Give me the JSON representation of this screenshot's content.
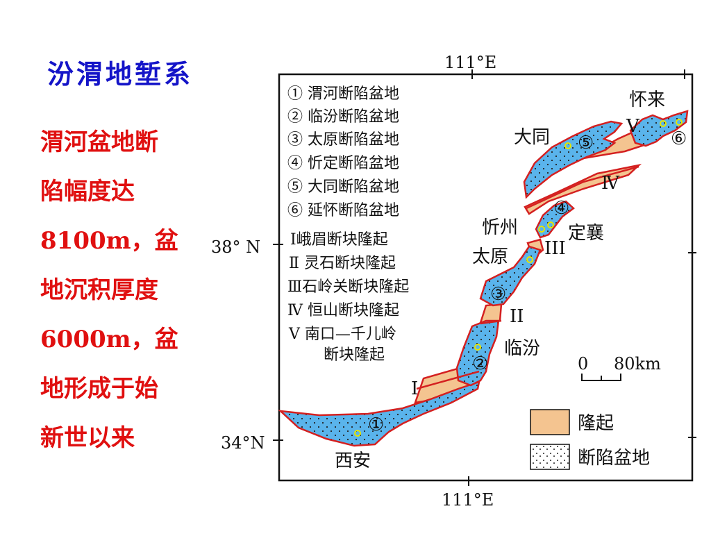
{
  "title": "汾渭地堑系",
  "description_lines": [
    "渭河盆地断",
    "陷幅度达",
    "8100m，盆",
    "地沉积厚度",
    "6000m，盆",
    "地形成于始",
    "新世以来"
  ],
  "map": {
    "lon_top": "111°E",
    "lon_bottom": "111°E",
    "lat_38": "38° N",
    "lat_34": "34°N",
    "legend_items": [
      "① 渭河断陷盆地",
      "② 临汾断陷盆地",
      "③ 太原断陷盆地",
      "④ 忻定断陷盆地",
      "⑤ 大同断陷盆地",
      "⑥ 延怀断陷盆地",
      "Ⅰ峨眉断块隆起",
      "Ⅱ 灵石断块隆起",
      "Ⅲ石岭关断块隆起",
      "Ⅳ 恒山断块隆起",
      "Ⅴ 南口—千儿岭",
      "断块隆起"
    ],
    "places": {
      "huailai": "怀来",
      "datong": "大同",
      "xinzhou": "忻州",
      "dingxiang": "定襄",
      "taiyuan": "太原",
      "linfen": "临汾",
      "xian": "西安"
    },
    "basin_numbers": {
      "b1": "①",
      "b2": "②",
      "b3": "③",
      "b4": "④",
      "b5": "⑤",
      "b6": "⑥"
    },
    "uplift_labels": {
      "u1": "I",
      "u2": "II",
      "u3": "III",
      "u4": "Ⅳ",
      "u5": "V"
    },
    "scale": {
      "zero": "0",
      "distance": "80km"
    },
    "key": {
      "uplift": "隆起",
      "basin": "断陷盆地"
    },
    "colors": {
      "basin": "#5ab4ec",
      "uplift": "#f4c490",
      "fault": "#d42020"
    }
  }
}
